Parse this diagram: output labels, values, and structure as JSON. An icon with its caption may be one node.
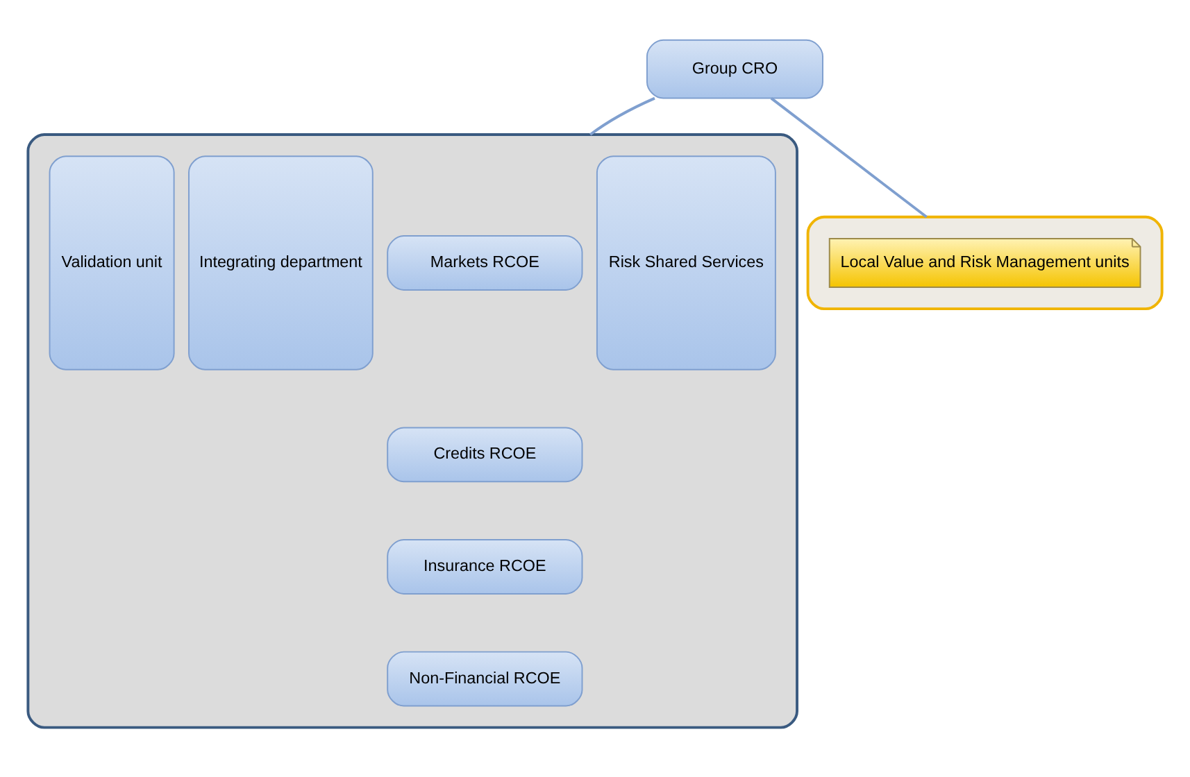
{
  "diagram": {
    "nodes": [
      {
        "text": [
          "Group CRO"
        ]
      },
      {
        "text": [],
        "shape": "box"
      },
      {
        "text": [
          "Integrating department"
        ],
        "in": 1
      },
      {
        "text": [
          "Markets RCOE"
        ],
        "in": 1
      },
      {
        "text": [
          "Credits RCOE"
        ],
        "in": 1
      },
      {
        "text": [
          "Insurance RCOE"
        ],
        "in": 1
      },
      {
        "text": [
          "Non-Financial RCOE"
        ],
        "in": 1
      },
      {
        "text": [
          "Risk Shared Services"
        ],
        "in": 1
      },
      {
        "text": [
          "Validation unit"
        ],
        "in": 1
      },
      {
        "text": [],
        "shape": "box"
      },
      {
        "text": [
          "Local Value and Risk Management units"
        ],
        "in": 9
      }
    ],
    "edges": [
      {
        "from": 0,
        "to": 1,
        "arrow": "none"
      },
      {
        "from": 0,
        "to": 9,
        "arrow": "none"
      }
    ]
  }
}
